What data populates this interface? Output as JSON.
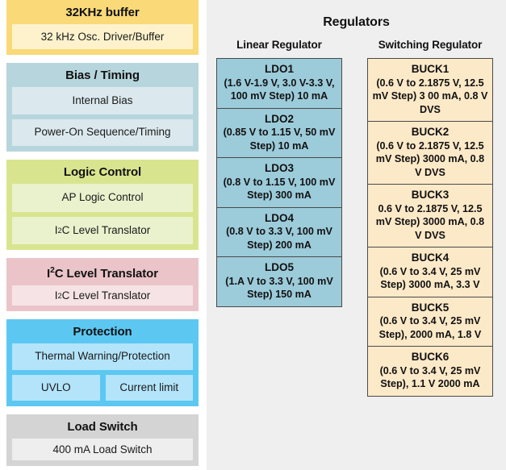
{
  "left_column": {
    "blocks": [
      {
        "title": "32KHz buffer",
        "theme": "b-osc",
        "rows": [
          {
            "items": [
              {
                "label": "32 kHz Osc. Driver/Buffer",
                "name": "osc-driver-buffer"
              }
            ]
          }
        ]
      },
      {
        "title": "Bias / Timing",
        "theme": "b-bias",
        "rows": [
          {
            "items": [
              {
                "label": "Internal Bias",
                "name": "internal-bias"
              }
            ]
          },
          {
            "items": [
              {
                "label": "Power-On Sequence/Timing",
                "name": "power-on-sequence-timing"
              }
            ]
          }
        ]
      },
      {
        "title": "Logic Control",
        "theme": "b-logic",
        "rows": [
          {
            "items": [
              {
                "label": "AP Logic Control",
                "name": "ap-logic-control"
              }
            ]
          },
          {
            "items": [
              {
                "label": "I²C Level Translator",
                "name": "i2c-level-translator-logic"
              }
            ]
          }
        ]
      },
      {
        "title": "I²C Level Translator",
        "theme": "b-i2c",
        "rows": [
          {
            "items": [
              {
                "label": "I²C Level Translator",
                "name": "i2c-level-translator"
              }
            ]
          }
        ]
      },
      {
        "title": "Protection",
        "theme": "b-prot",
        "rows": [
          {
            "items": [
              {
                "label": "Thermal Warning/Protection",
                "name": "thermal-warning-protection"
              }
            ]
          },
          {
            "items": [
              {
                "label": "UVLO",
                "name": "uvlo"
              },
              {
                "label": "Current limit",
                "name": "current-limit"
              }
            ]
          }
        ]
      },
      {
        "title": "Load Switch",
        "theme": "b-load",
        "rows": [
          {
            "items": [
              {
                "label": "400 mA Load Switch",
                "name": "load-switch-400ma"
              }
            ]
          }
        ]
      }
    ]
  },
  "regulators": {
    "title": "Regulators",
    "columns": [
      {
        "heading": "Linear Regulator",
        "variant": "linear",
        "cells": [
          {
            "name": "LDO1",
            "desc": "(1.6 V-1.9 V, 3.0 V-3.3 V, 100 mV Step) 10 mA"
          },
          {
            "name": "LDO2",
            "desc": "(0.85 V to 1.15 V, 50 mV Step) 10 mA"
          },
          {
            "name": "LDO3",
            "desc": "(0.8 V to 1.15 V, 100 mV Step) 300 mA"
          },
          {
            "name": "LDO4",
            "desc": "(0.8 V to 3.3 V, 100 mV Step) 200 mA"
          },
          {
            "name": "LDO5",
            "desc": "(1.A V to 3.3 V, 100 mV Step) 150 mA"
          }
        ]
      },
      {
        "heading": "Switching Regulator",
        "variant": "switching",
        "cells": [
          {
            "name": "BUCK1",
            "desc": "(0.6 V to 2.1875 V, 12.5 mV Step) 3 00 mA, 0.8 V DVS"
          },
          {
            "name": "BUCK2",
            "desc": "(0.6 V to 2.1875 V, 12.5 mV Step) 3000 mA, 0.8 V DVS"
          },
          {
            "name": "BUCK3",
            "desc": "0.6 V to 2.1875 V, 12.5 mV Step) 3000 mA, 0.8 V DVS"
          },
          {
            "name": "BUCK4",
            "desc": "(0.6 V to 3.4 V, 25 mV Step) 3000 mA, 3.3 V"
          },
          {
            "name": "BUCK5",
            "desc": "(0.6 V to 3.4 V, 25 mV Step), 2000 mA, 1.8 V"
          },
          {
            "name": "BUCK6",
            "desc": "(0.6 V to 3.4 V, 25 mV Step), 1.1 V 2000 mA"
          }
        ]
      }
    ]
  },
  "colors": {
    "osc": "#f9d978",
    "bias": "#b7d5dc",
    "logic": "#d9e58e",
    "i2c": "#eac4c9",
    "protection": "#5cc8f2",
    "load": "#d4d4d4",
    "panel_bg": "#efefef",
    "ldo_fill": "#9ccbda",
    "buck_fill": "#fce9c8",
    "cell_border": "#4a4a4a"
  }
}
